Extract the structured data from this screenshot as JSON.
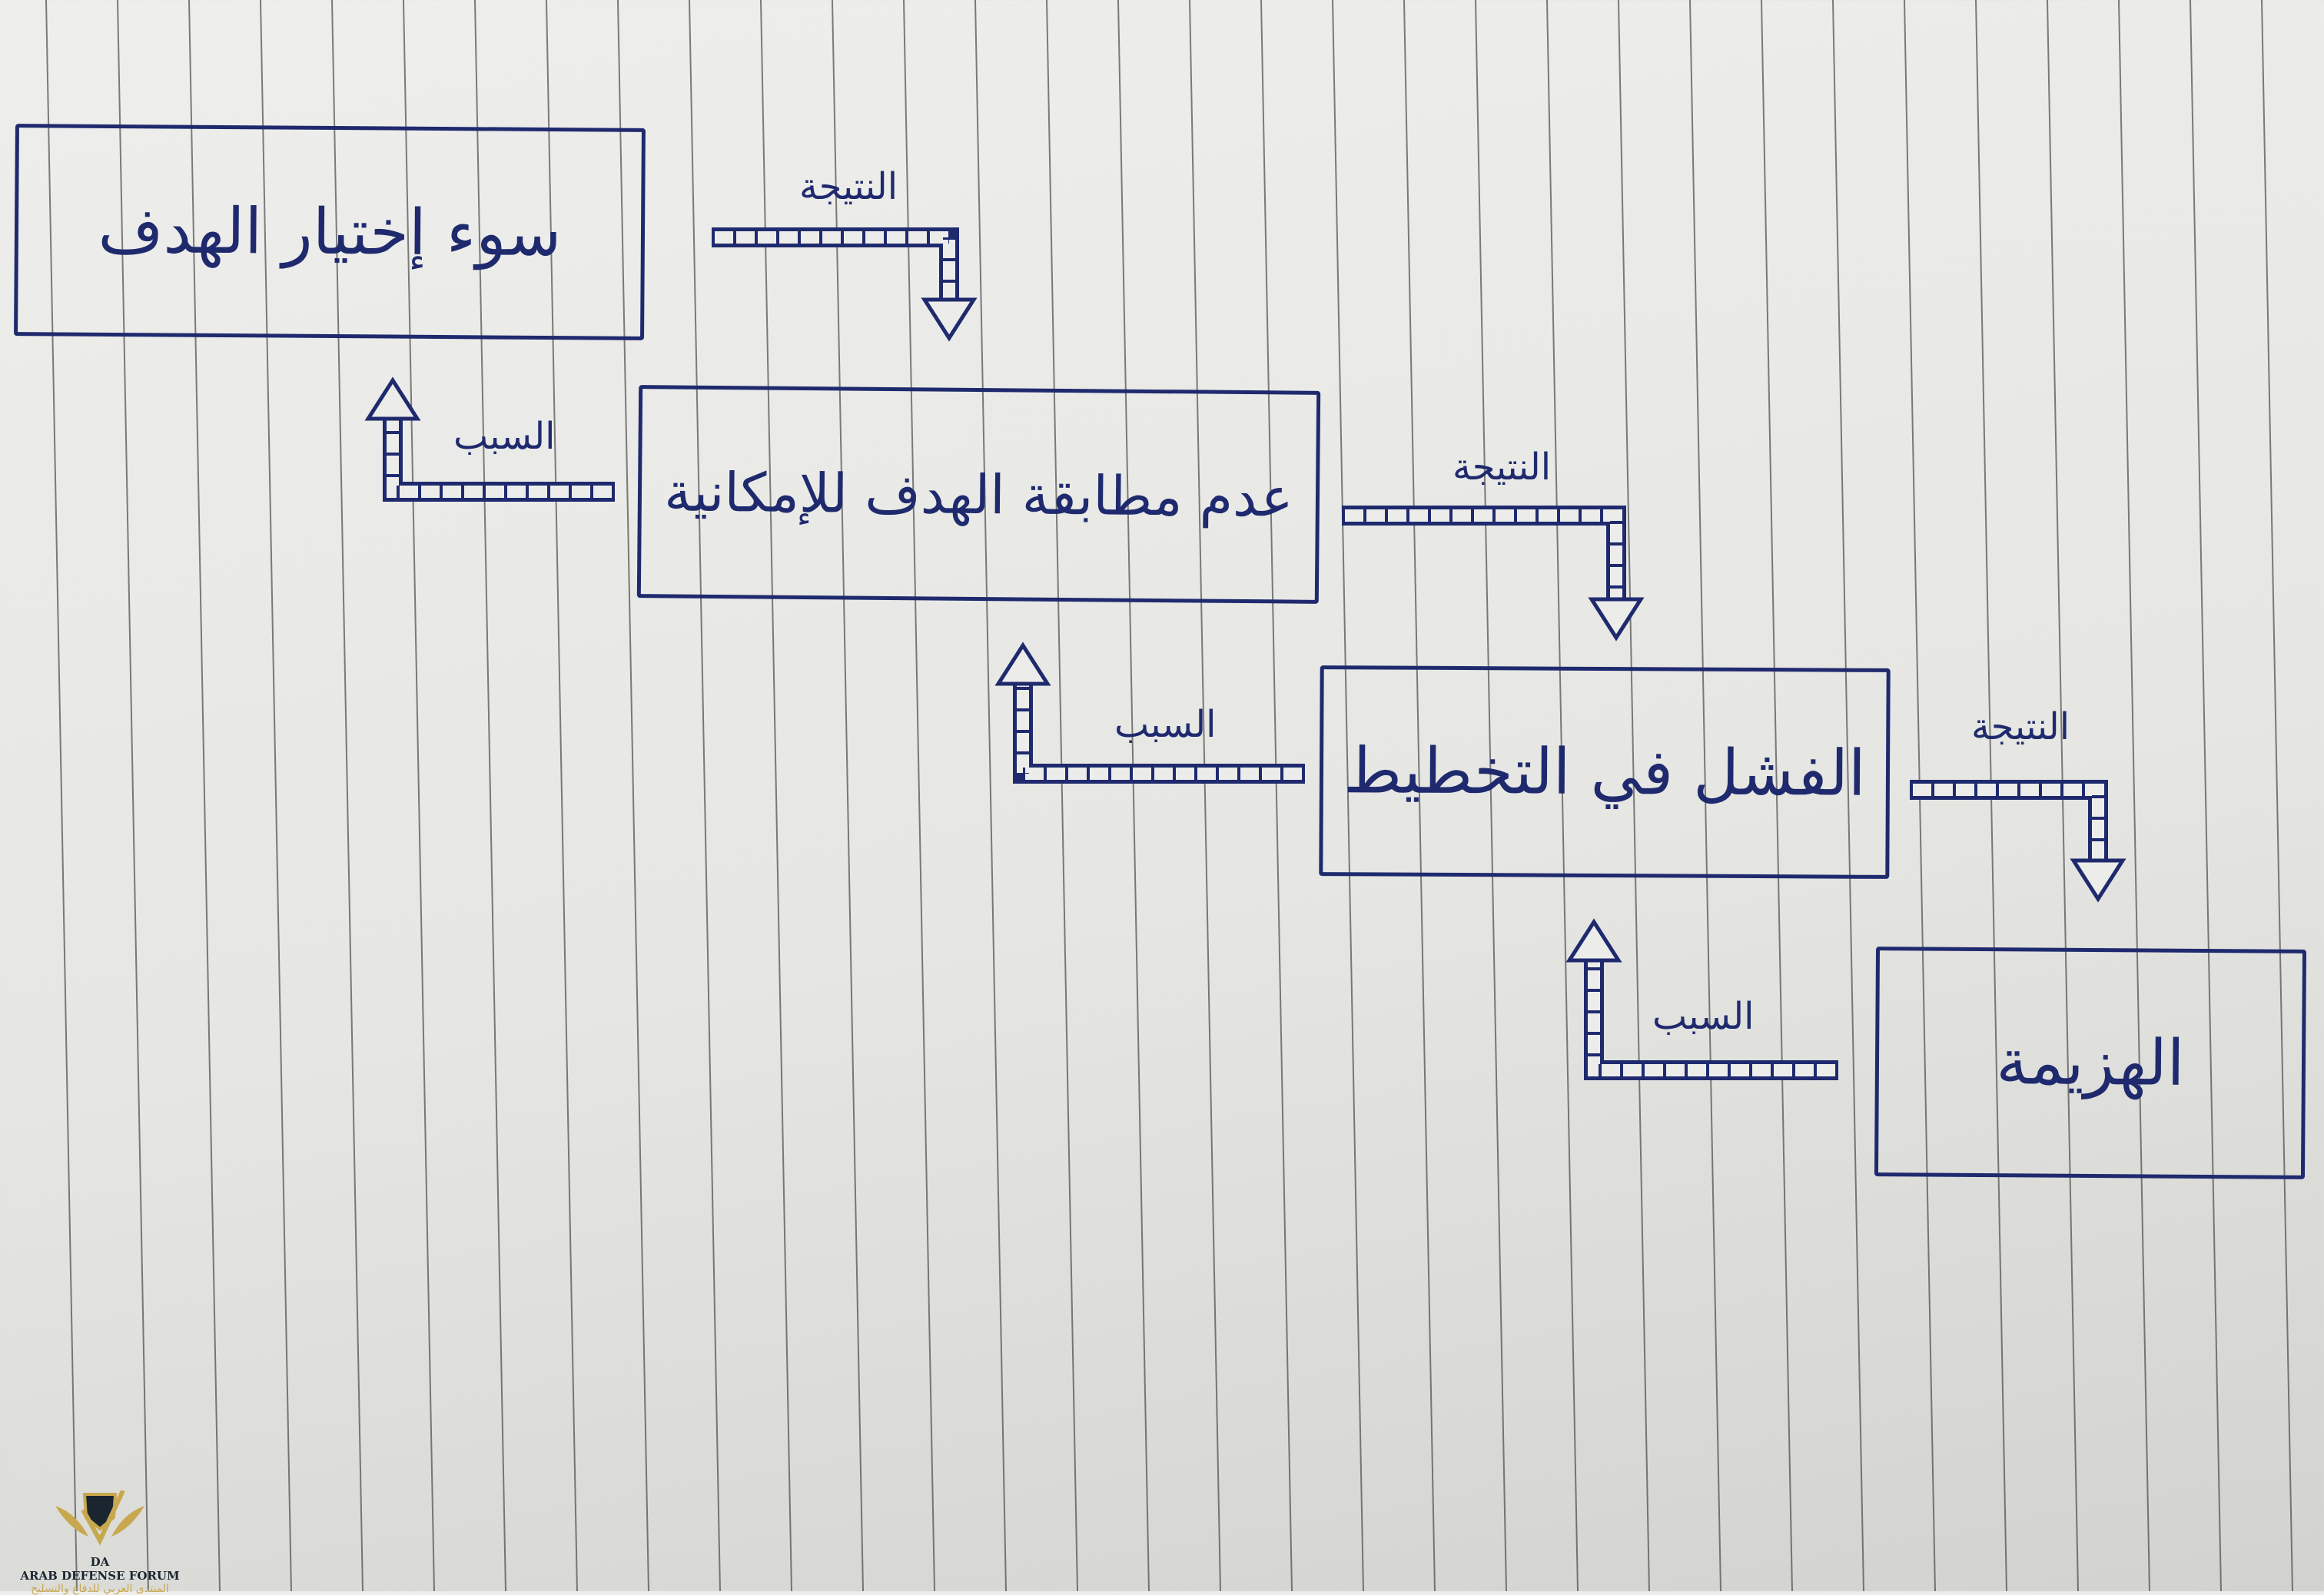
{
  "diagram": {
    "boxes": [
      {
        "text": "سوء إختيار الهدف"
      },
      {
        "text": "عدم مطابقة الهدف للإمكانية"
      },
      {
        "text": "الفشل في التخطيط"
      },
      {
        "text": "الهزيمة"
      }
    ],
    "result_label": "النتيجة",
    "cause_label": "السبب",
    "ink_color": "#1f2a6e"
  },
  "watermark": {
    "initials": "DA",
    "name_en": "ARAB DEFENSE FORUM",
    "name_ar": "المنتدى العربي للدفاع والتسليح"
  }
}
